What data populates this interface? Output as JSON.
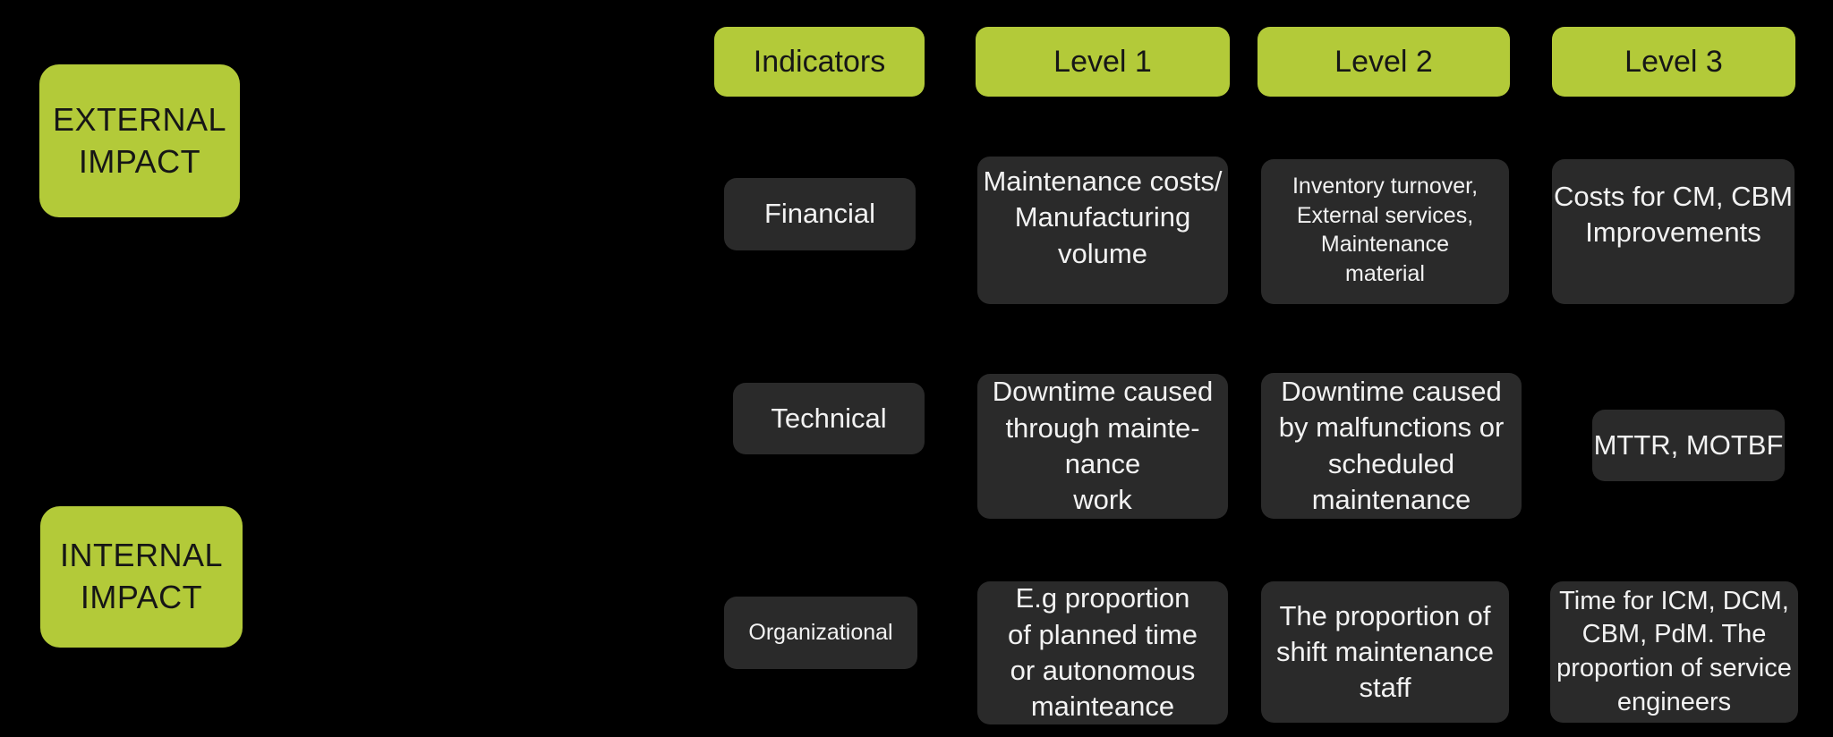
{
  "colors": {
    "background": "#000000",
    "accent_green": "#b3ca39",
    "box_dark": "#2a2a2a",
    "text_on_green": "#161616",
    "text_on_dark": "#f2f2f2"
  },
  "impact_labels": {
    "external": "EXTERNAL\nIMPACT",
    "internal": "INTERNAL\nIMPACT"
  },
  "header": {
    "indicators": "Indicators",
    "level1": "Level 1",
    "level2": "Level 2",
    "level3": "Level 3"
  },
  "rows": [
    {
      "indicator": "Financial",
      "level1": "Maintenance costs/\nManufacturing\nvolume",
      "level2": "Inventory turnover,\nExternal services,\nMaintenance\nmaterial",
      "level3": "Costs for CM, CBM\nImprovements"
    },
    {
      "indicator": "Technical",
      "level1": "Downtime caused\nthrough mainte-\nnance\nwork",
      "level2": "Downtime caused\nby malfunctions or\nscheduled\nmaintenance",
      "level3": "MTTR, MOTBF"
    },
    {
      "indicator": "Organizational",
      "level1": "E.g proportion\nof planned time\nor autonomous\nmainteance",
      "level2": "The proportion of\nshift maintenance\nstaff",
      "level3": "Time for ICM, DCM,\nCBM, PdM. The\nproportion of service\nengineers"
    }
  ]
}
